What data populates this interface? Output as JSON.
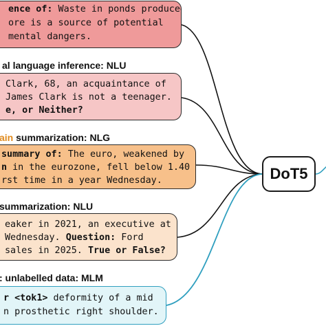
{
  "diagram": {
    "model": {
      "label": "DoT5"
    },
    "colors": {
      "box_1": "#ef9a9a",
      "box_2": "#f6c6c6",
      "box_3": "#f7c08a",
      "box_4": "#fbe3cc",
      "box_5": "#e2f5f8",
      "domain_highlight": "#e08a1e",
      "mlm_connector": "#2f9fbf"
    },
    "tasks": [
      {
        "heading": null,
        "lines": [
          {
            "bold": "ence of:",
            "rest": " Waste in ponds produced"
          },
          {
            "rest": "ore is a source of potential"
          },
          {
            "rest": "mental dangers."
          }
        ]
      },
      {
        "heading": {
          "text": "al language inference: NLU"
        },
        "lines": [
          {
            "rest": "Clark, 68, an acquaintance of"
          },
          {
            "rest": "James Clark is not a teenager."
          },
          {
            "bold": "e, or Neither?"
          }
        ]
      },
      {
        "heading": {
          "highlight": "ain",
          "rest": " summarization: NLG"
        },
        "lines": [
          {
            "bold": "summary of:",
            "rest": " The euro, weakened by"
          },
          {
            "bold": "n",
            "rest": " in the eurozone, fell below 1.40"
          },
          {
            "rest": "rst time in a year Wednesday."
          }
        ]
      },
      {
        "heading": {
          "text": " summarization: NLU"
        },
        "lines": [
          {
            "rest": "eaker in 2021, an executive at"
          },
          {
            "rest": " Wednesday. ",
            "bold_tail": "Question:",
            "tail": " Ford"
          },
          {
            "rest": " sales in 2025. ",
            "bold_tail": "True or False?"
          }
        ]
      },
      {
        "heading": {
          "text": ": unlabelled data: MLM"
        },
        "lines": [
          {
            "bold": "r <tok1>",
            "rest": " deformity of a mid"
          },
          {
            "rest": "n prosthetic right shoulder."
          }
        ]
      }
    ]
  }
}
